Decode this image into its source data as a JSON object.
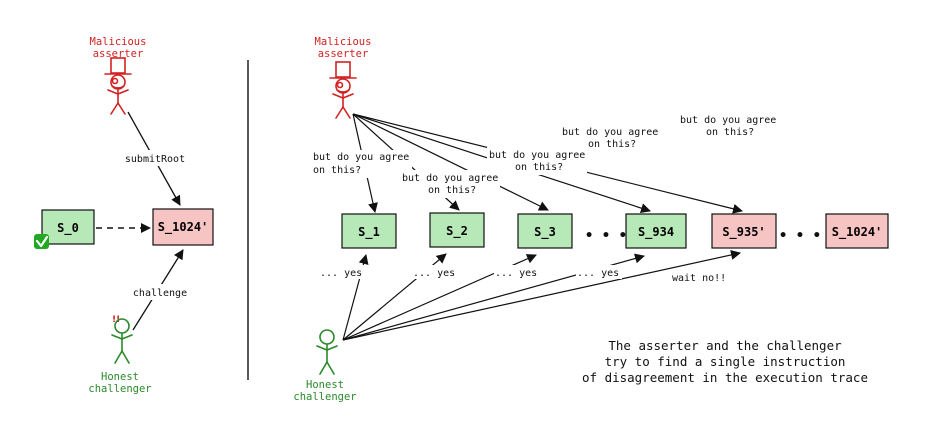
{
  "colors": {
    "malicious": "#d32222",
    "honest": "#2a8a2a",
    "agree_fill": "#b7e8b7",
    "disagree_fill": "#f7c4c4",
    "check": "#22a822"
  },
  "left_panel": {
    "asserter_label_line1": "Malicious",
    "asserter_label_line2": "asserter",
    "challenger_label_line1": "Honest",
    "challenger_label_line2": "challenger",
    "exclamation": "!!",
    "submit_root": "submitRoot",
    "challenge": "challenge",
    "state_start": "S_0",
    "state_end": "S_1024'",
    "check_icon": "✓"
  },
  "right_panel": {
    "asserter_label_line1": "Malicious",
    "asserter_label_line2": "asserter",
    "challenger_label_line1": "Honest",
    "challenger_label_line2": "challenger",
    "states": [
      {
        "label": "S_1",
        "agree": true
      },
      {
        "label": "S_2",
        "agree": true
      },
      {
        "label": "S_3",
        "agree": true
      },
      {
        "label": "S_934",
        "agree": true
      },
      {
        "label": "S_935'",
        "agree": false
      },
      {
        "label": "S_1024'",
        "agree": false
      }
    ],
    "ellipsis": "• • •",
    "question_line1": "but do you agree",
    "question_line2": "on this?",
    "yes": "... yes",
    "wait_no": "wait no!!"
  },
  "caption": {
    "line1": "The asserter and the challenger",
    "line2": "try to find a single instruction",
    "line3": "of disagreement in the execution trace"
  }
}
